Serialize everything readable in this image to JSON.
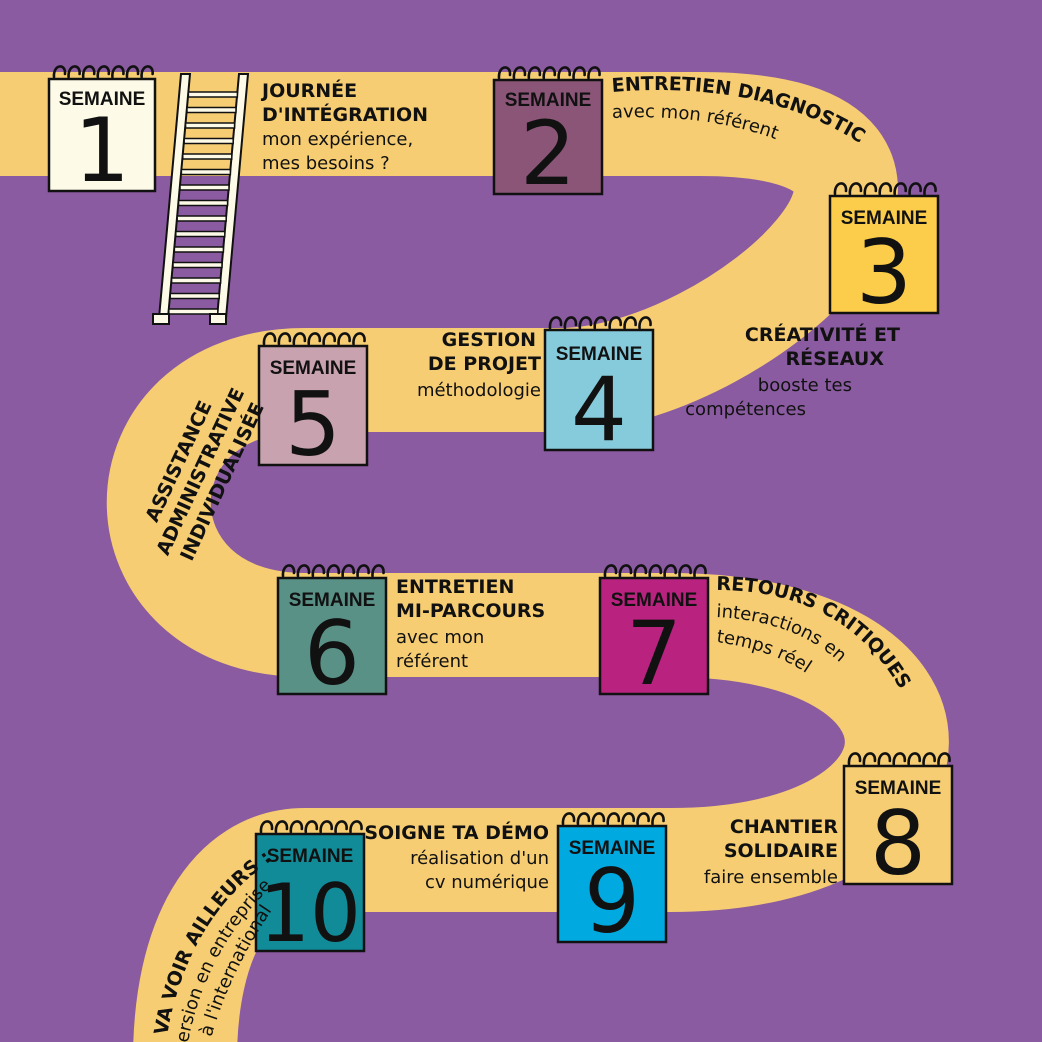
{
  "colors": {
    "background": "#8a5ba0",
    "road": "#f6cd72",
    "week_1": "#fdfbe8",
    "week_2": "#8b5577",
    "week_3": "#fccd4a",
    "week_4": "#85cbdb",
    "week_5": "#c8a2ae",
    "week_6": "#5a9187",
    "week_7": "#b9237f",
    "week_8": "#f6cd72",
    "week_9": "#00a9df",
    "week_10": "#118b98"
  },
  "weeks": [
    {
      "word": "SEMAINE",
      "number": "1"
    },
    {
      "word": "SEMAINE",
      "number": "2"
    },
    {
      "word": "SEMAINE",
      "number": "3"
    },
    {
      "word": "SEMAINE",
      "number": "4"
    },
    {
      "word": "SEMAINE",
      "number": "5"
    },
    {
      "word": "SEMAINE",
      "number": "6"
    },
    {
      "word": "SEMAINE",
      "number": "7"
    },
    {
      "word": "SEMAINE",
      "number": "8"
    },
    {
      "word": "SEMAINE",
      "number": "9"
    },
    {
      "word": "SEMAINE",
      "number": "10"
    }
  ],
  "captions": {
    "week1": [
      "JOURNÉE",
      "D'INTÉGRATION",
      "mon expérience,",
      "mes besoins ?"
    ],
    "week2": [
      "ENTRETIEN DIAGNOSTIC",
      "avec mon référent"
    ],
    "week3": [
      "CRÉATIVITÉ ET",
      "RÉSEAUX",
      "booste tes",
      "compétences"
    ],
    "week4": [
      "GESTION",
      "DE PROJET",
      "méthodologie"
    ],
    "week5": [
      "ASSISTANCE",
      "ADMINISTRATIVE",
      "INDIVIDUALISÉE"
    ],
    "week6": [
      "ENTRETIEN",
      "MI-PARCOURS",
      "avec mon",
      "référent"
    ],
    "week7": [
      "RETOURS CRITIQUES",
      "interactions en",
      "temps réel"
    ],
    "week8": [
      "CHANTIER",
      "SOLIDAIRE",
      "faire ensemble"
    ],
    "week9": [
      "SOIGNE TA DÉMO",
      "réalisation d'un",
      "cv numérique"
    ],
    "week10": [
      "VA VOIR AILLEURS :",
      "immersion en entreprise",
      "à l'international"
    ]
  }
}
